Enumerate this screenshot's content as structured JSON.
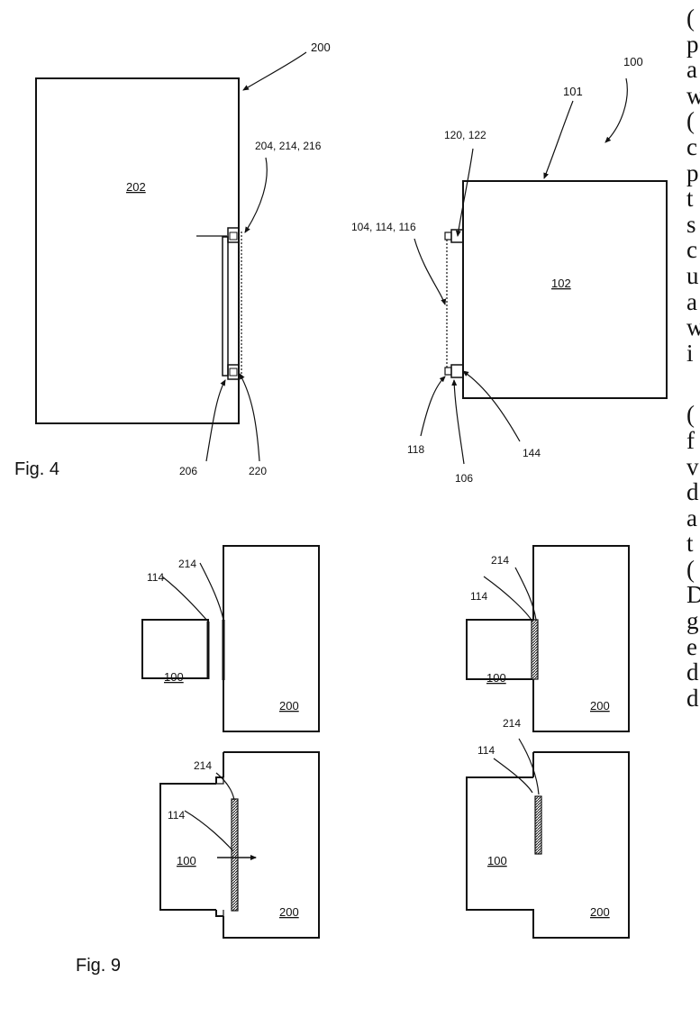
{
  "figure4": {
    "caption": "Fig. 4",
    "labels": {
      "l200": "200",
      "l202": "202",
      "l204": "204, 214, 216",
      "l206": "206",
      "l220": "220",
      "l100": "100",
      "l101": "101",
      "l102": "102",
      "l120": "120, 122",
      "l104": "104, 114, 116",
      "l118": "118",
      "l106": "106",
      "l144": "144"
    }
  },
  "figure9": {
    "caption": "Fig. 9",
    "panels": [
      {
        "device": "100",
        "carrier": "200",
        "label_a": "214",
        "label_b": "114"
      },
      {
        "device": "100",
        "carrier": "200",
        "label_a": "214",
        "label_b": "114"
      },
      {
        "device": "100",
        "carrier": "200",
        "label_a": "214",
        "label_b": "114"
      },
      {
        "device": "100",
        "carrier": "200",
        "label_a": "214",
        "label_b": "114"
      }
    ]
  },
  "cropped_text_column": [
    "(",
    "p",
    "a",
    "w",
    "(",
    "c",
    "p",
    "t",
    "s",
    "c",
    "u",
    "a",
    "w",
    "i",
    "",
    "(",
    "f",
    "v",
    "d",
    "a",
    "t",
    "(",
    "D",
    "g",
    "e",
    "d",
    "d"
  ]
}
